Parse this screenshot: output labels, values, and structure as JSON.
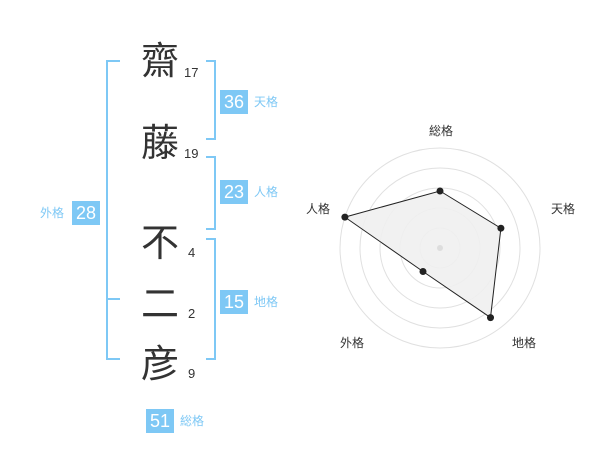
{
  "name_chars": [
    {
      "char": "齋",
      "strokes": "17"
    },
    {
      "char": "藤",
      "strokes": "19"
    },
    {
      "char": "不",
      "strokes": "4"
    },
    {
      "char": "二",
      "strokes": "2"
    },
    {
      "char": "彦",
      "strokes": "9"
    }
  ],
  "kaku": {
    "tenkaku": {
      "value": "36",
      "label": "天格"
    },
    "jinkaku": {
      "value": "23",
      "label": "人格"
    },
    "chikaku": {
      "value": "15",
      "label": "地格"
    },
    "gaikaku": {
      "value": "28",
      "label": "外格"
    },
    "soukaku": {
      "value": "51",
      "label": "総格"
    }
  },
  "colors": {
    "accent": "#7ec8f5",
    "text": "#333333",
    "radar_fill": "#f0f0f0",
    "radar_line": "#222222",
    "grid": "#e0e0e0"
  },
  "radar": {
    "axes": [
      "総格",
      "天格",
      "地格",
      "外格",
      "人格"
    ],
    "levels": 5,
    "values": [
      0.57,
      0.64,
      0.86,
      0.29,
      1.0
    ]
  }
}
